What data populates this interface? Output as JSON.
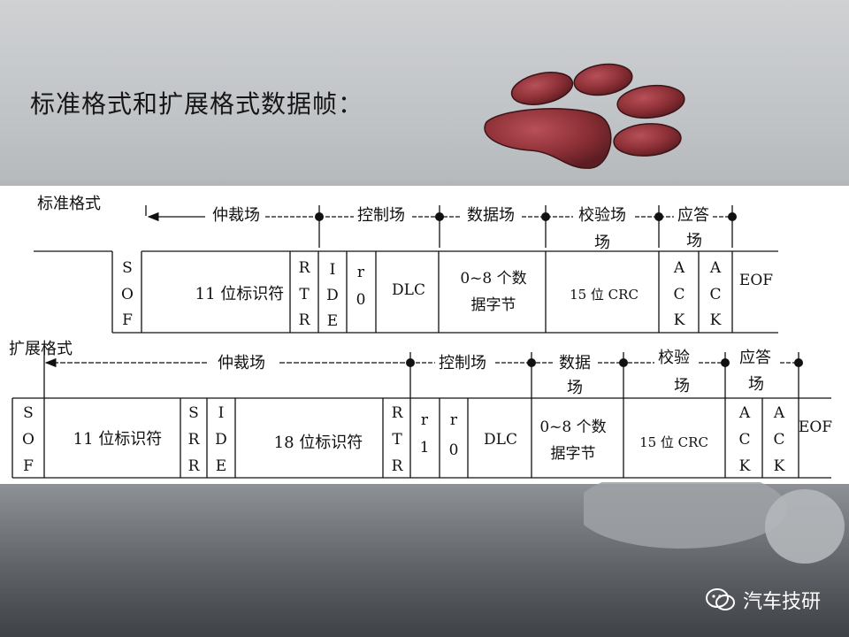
{
  "slide": {
    "title": "标准格式和扩展格式数据帧："
  },
  "standard": {
    "label": "标准格式",
    "segments": {
      "arb": "仲裁场",
      "ctrl": "控制场",
      "data": "数据场",
      "crc": [
        "校验场",
        "场"
      ],
      "ack": [
        "应答",
        "场"
      ]
    },
    "cells": {
      "sof": [
        "S",
        "O",
        "F"
      ],
      "id": "11 位标识符",
      "rtr": [
        "R",
        "T",
        "R"
      ],
      "ide": [
        "I",
        "D",
        "E"
      ],
      "r0": [
        "r",
        "0"
      ],
      "dlc": "DLC",
      "data": [
        "0~8 个数",
        "据字节"
      ],
      "crc": "15 位 CRC",
      "ack1": [
        "A",
        "C",
        "K"
      ],
      "ack2": [
        "A",
        "C",
        "K"
      ],
      "eof": "EOF"
    }
  },
  "extended": {
    "label": "扩展格式",
    "segments": {
      "arb": "仲裁场",
      "ctrl": "控制场",
      "data": [
        "数据",
        "场"
      ],
      "crc": [
        "校验",
        "场"
      ],
      "ack": [
        "应答",
        "场"
      ]
    },
    "cells": {
      "sof": [
        "S",
        "O",
        "F"
      ],
      "id11": "11 位标识符",
      "srr": [
        "S",
        "R",
        "R"
      ],
      "ide": [
        "I",
        "D",
        "E"
      ],
      "id18": "18 位标识符",
      "rtr": [
        "R",
        "T",
        "R"
      ],
      "r1": [
        "r",
        "1"
      ],
      "r0": [
        "r",
        "0"
      ],
      "dlc": "DLC",
      "data": [
        "0~8 个数",
        "据字节"
      ],
      "crc": "15 位 CRC",
      "ack1": [
        "A",
        "C",
        "K"
      ],
      "ack2": [
        "A",
        "C",
        "K"
      ],
      "eof": "EOF"
    }
  },
  "watermark": {
    "text": "汽车技研",
    "icon": "wechat-icon"
  },
  "colors": {
    "paw": "#8c2f36",
    "paw_shadow": "#4a1a1e",
    "panel": "#ffffff"
  }
}
